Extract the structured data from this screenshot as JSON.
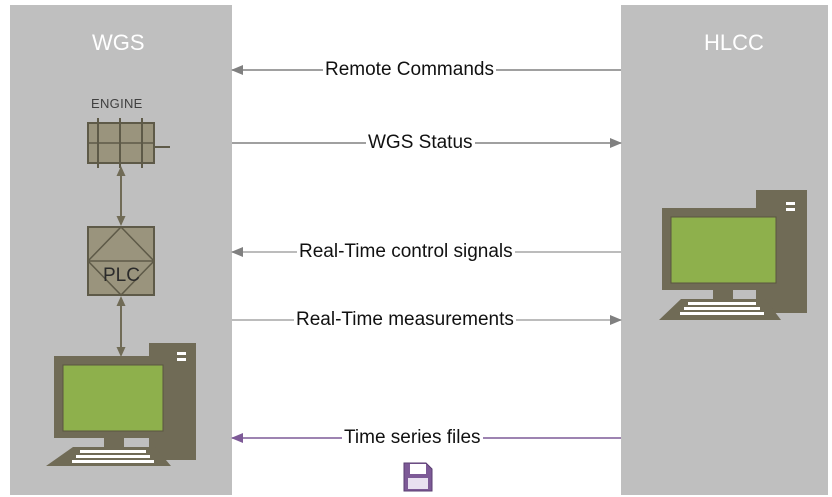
{
  "wgs": {
    "title": "WGS",
    "engine_label": "ENGINE",
    "plc_label": "PLC"
  },
  "hlcc": {
    "title": "HLCC"
  },
  "messages": [
    {
      "label": "Remote Commands",
      "direction": "to-wgs"
    },
    {
      "label": "WGS Status",
      "direction": "to-hlcc"
    },
    {
      "label": "Real-Time control signals",
      "direction": "to-wgs"
    },
    {
      "label": "Real-Time measurements",
      "direction": "to-hlcc"
    },
    {
      "label": "Time series files",
      "direction": "to-wgs",
      "accent": "#7d5a97"
    }
  ],
  "colors": {
    "panel": "#bfbfbf",
    "device": "#706b56",
    "screen": "#8eb04c",
    "arrow": "#808080",
    "file_accent": "#7d5a97"
  },
  "icons": [
    "engine-icon",
    "plc-icon",
    "computer-icon",
    "floppy-disk-icon"
  ]
}
